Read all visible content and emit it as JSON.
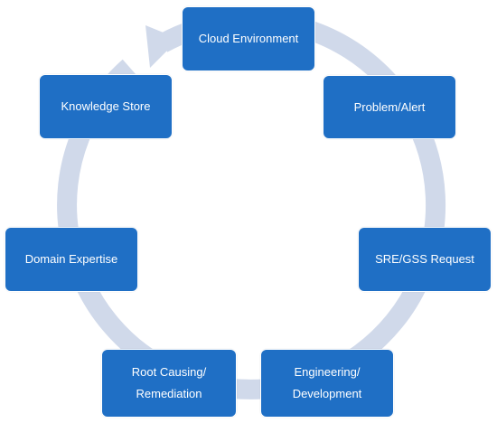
{
  "diagram": {
    "colors": {
      "node_fill": "#1f6fc5",
      "node_text": "#ffffff",
      "cycle_ring": "#d0d9ea"
    },
    "nodes": [
      {
        "id": "cloud-environment",
        "label": "Cloud Environment"
      },
      {
        "id": "problem-alert",
        "label": "Problem/Alert"
      },
      {
        "id": "sre-gss-request",
        "label": "SRE/GSS Request"
      },
      {
        "id": "engineering-development",
        "label_line1": "Engineering/",
        "label_line2": "Development"
      },
      {
        "id": "root-causing-remediation",
        "label_line1": "Root Causing/",
        "label_line2": "Remediation"
      },
      {
        "id": "domain-expertise",
        "label": "Domain Expertise"
      },
      {
        "id": "knowledge-store",
        "label": "Knowledge Store"
      }
    ]
  }
}
